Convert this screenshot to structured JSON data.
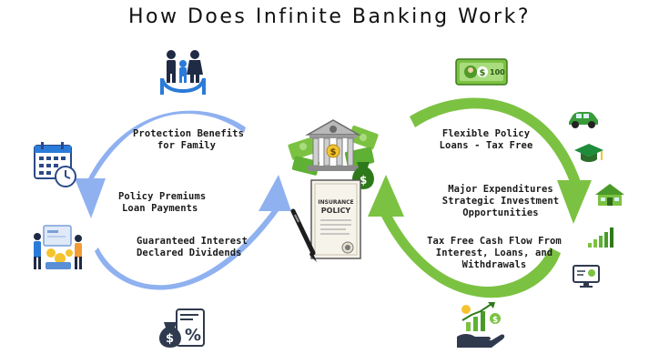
{
  "title": "How Does Infinite Banking Work?",
  "left_cycle": {
    "color": "#8fb1f0",
    "labels": {
      "protection": [
        "Protection Benefits",
        "for Family"
      ],
      "premiums": [
        "Policy Premiums",
        "Loan Payments"
      ],
      "dividends": [
        "Guaranteed Interest",
        "Declared Dividends"
      ]
    }
  },
  "right_cycle": {
    "color": "#7cc242",
    "labels": {
      "flexible": [
        "Flexible Policy",
        "Loans - Tax Free"
      ],
      "expenditures": [
        "Major Expenditures",
        "Strategic Investment",
        "Opportunities"
      ],
      "cashflow": [
        "Tax Free Cash Flow From",
        "Interest, Loans, and",
        "Withdrawals"
      ]
    }
  },
  "center": {
    "policy_line1": "INSURANCE",
    "policy_line2": "POLICY",
    "icons": [
      "bank-icon",
      "money-stack-icon",
      "money-bag-icon",
      "insurance-policy-icon",
      "pen-icon"
    ]
  },
  "icons": {
    "banknote_value": "100",
    "top_left": "family-protection-icon",
    "left_top": "calendar-clock-icon",
    "left_bottom": "people-with-money-icon",
    "bottom_left": "money-bag-percent-icon",
    "top_right": "banknote-icon",
    "right_1": "car-icon",
    "right_2": "graduation-cap-icon",
    "right_3": "house-icon",
    "right_4": "bar-chart-growth-icon",
    "right_5": "computer-monitor-icon",
    "bottom_right": "hand-growth-money-icon"
  }
}
